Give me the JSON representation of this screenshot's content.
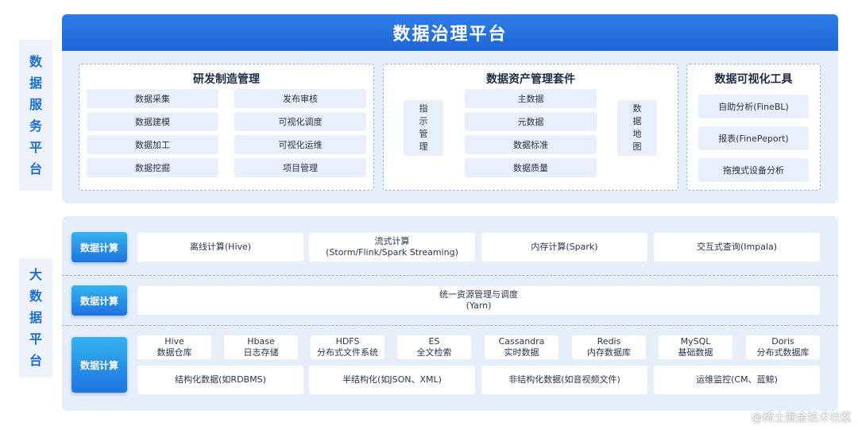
{
  "side_labels": {
    "top": [
      "数",
      "据",
      "服",
      "务",
      "平",
      "台"
    ],
    "bottom": [
      "大",
      "数",
      "据",
      "平",
      "台"
    ]
  },
  "platform_title": "数据治理平台",
  "rd_box": {
    "title": "研发制造管理",
    "items": [
      "数据采集",
      "发布审核",
      "数据建模",
      "可视化调度",
      "数据加工",
      "可视化运维",
      "数据挖掘",
      "项目管理"
    ]
  },
  "asset_box": {
    "title": "数据资产管理套件",
    "left_vertical": [
      "指",
      "示",
      "管",
      "理"
    ],
    "items": [
      "主数据",
      "元数据",
      "数据标准",
      "数据质量"
    ],
    "right_vertical": [
      "数",
      "据",
      "地",
      "图"
    ]
  },
  "viz_box": {
    "title": "数据可视化工具",
    "items": [
      "自助分析(FineBL)",
      "报表(FinePeport)",
      "拖拽式设备分析"
    ]
  },
  "rows": [
    {
      "button": "数据计算",
      "cells": [
        {
          "line1": "离线计算(Hive)",
          "line2": ""
        },
        {
          "line1": "流式计算",
          "line2": "(Storm/Flink/Spark Streaming)"
        },
        {
          "line1": "内存计算(Spark)",
          "line2": ""
        },
        {
          "line1": "交互式查询(Impala)",
          "line2": ""
        }
      ]
    },
    {
      "button": "数据计算",
      "cells": [
        {
          "line1": "统一资源管理与调度",
          "line2": "(Yarn)"
        }
      ]
    },
    {
      "button": "数据计算",
      "storage": [
        {
          "line1": "Hive",
          "line2": "数据仓库"
        },
        {
          "line1": "Hbase",
          "line2": "日志存储"
        },
        {
          "line1": "HDFS",
          "line2": "分布式文件系统"
        },
        {
          "line1": "ES",
          "line2": "全文检索"
        },
        {
          "line1": "Cassandra",
          "line2": "实时数据"
        },
        {
          "line1": "Redis",
          "line2": "内存数据库"
        },
        {
          "line1": "MySQL",
          "line2": "基础数据"
        },
        {
          "line1": "Doris",
          "line2": "分布式数据库"
        }
      ],
      "types": [
        "结构化数据(如RDBMS)",
        "半结构化(如JSON、XML)",
        "非结构化数据(如音视频文件)",
        "运维监控(CM、蓝鲸)"
      ]
    }
  ],
  "watermark": "@稀土掘金技术社区"
}
